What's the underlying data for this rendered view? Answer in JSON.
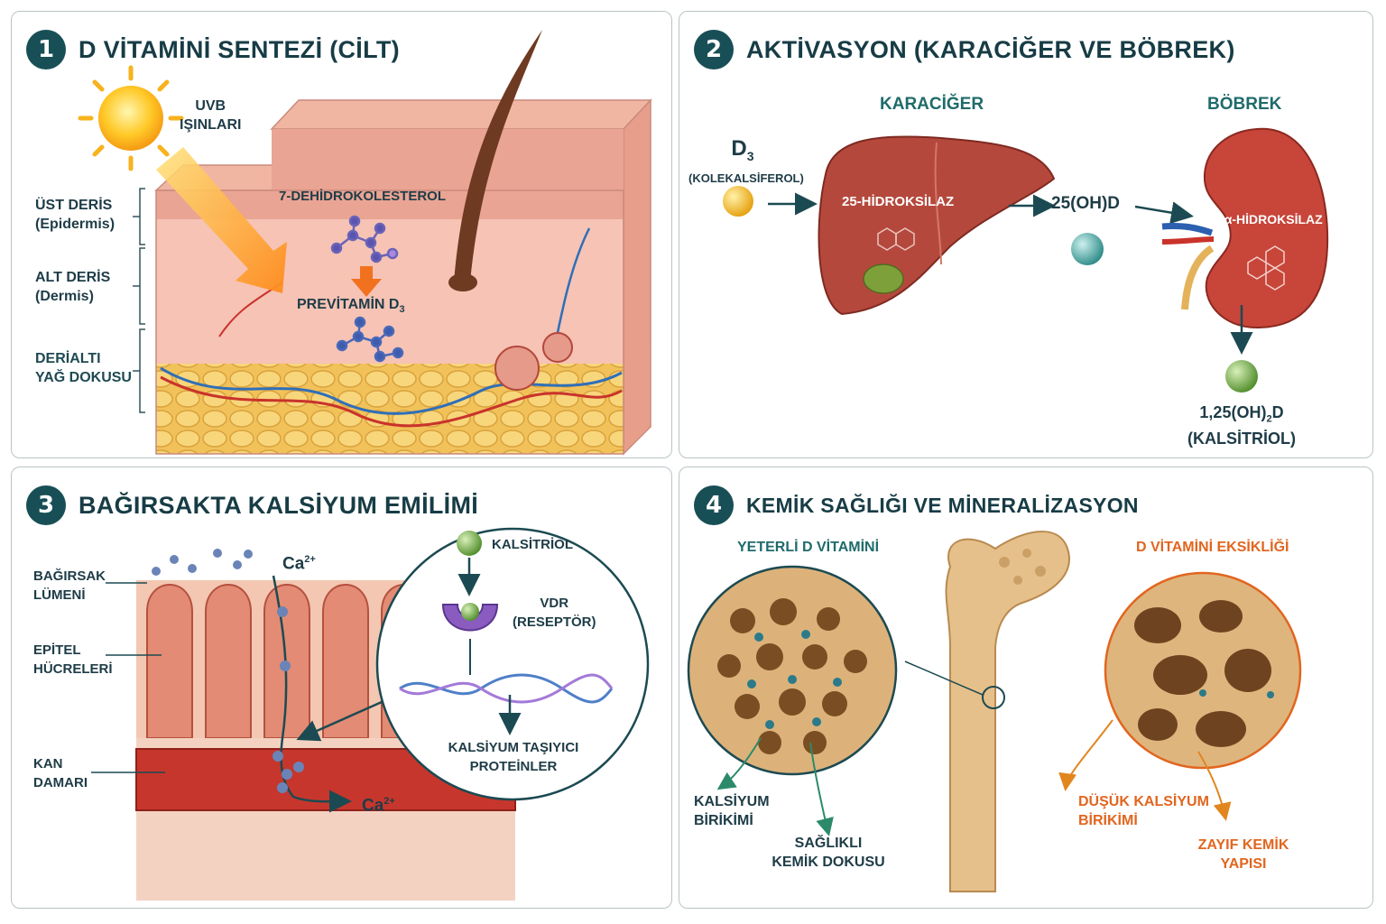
{
  "panels": {
    "p1": {
      "number": "1",
      "title": "D VİTAMİNİ SENTEZİ (CİLT)",
      "uvb_line1": "UVB",
      "uvb_line2": "IŞINLARI",
      "layer_epidermis_1": "ÜST DERİS",
      "layer_epidermis_2": "(Epidermis)",
      "layer_dermis_1": "ALT DERİS",
      "layer_dermis_2": "(Dermis)",
      "layer_fat_1": "DERİALTI",
      "layer_fat_2": "YAĞ DOKUSU",
      "molecule_top": "7-DEHİDROKOLESTEROL",
      "molecule_bottom": "PREVİTAMİN D",
      "molecule_bottom_sub": "3"
    },
    "p2": {
      "number": "2",
      "title": "AKTİVASYON (KARACİĞER VE BÖBREK)",
      "liver_label": "KARACİĞER",
      "kidney_label": "BÖBREK",
      "d3": "D",
      "d3_sub": "3",
      "d3_name": "(KOLEKALSİFEROL)",
      "enzyme_liver": "25-HİDROKSİLAZ",
      "intermediate": "25(OH)D",
      "enzyme_kidney": "1α-HİDROKSİLAZ",
      "final_a": "1,25(OH)",
      "final_sub": "2",
      "final_b": "D",
      "final_name": "(KALSİTRİOL)"
    },
    "p3": {
      "number": "3",
      "title": "BAĞIRSAKTA KALSİYUM EMİLİMİ",
      "lumen_1": "BAĞIRSAK",
      "lumen_2": "LÜMENİ",
      "epit_1": "EPİTEL",
      "epit_2": "HÜCRELERİ",
      "vessel_1": "KAN",
      "vessel_2": "DAMARI",
      "ca_top": "Ca",
      "ca_top_sup": "2+",
      "ca_bottom": "Ca",
      "ca_bottom_sup": "2+",
      "calcitriol": "KALSİTRİOL",
      "vdr_1": "VDR",
      "vdr_2": "(RESEPTÖR)",
      "protein_1": "KALSİYUM TAŞIYICI",
      "protein_2": "PROTEİNLER"
    },
    "p4": {
      "number": "4",
      "title": "KEMİK SAĞLIĞI VE MİNERALİZASYON",
      "sufficient": "YETERLİ D VİTAMİNİ",
      "deficient": "D VİTAMİNİ EKSİKLİĞİ",
      "ca_dep_1": "KALSİYUM",
      "ca_dep_2": "BİRİKİMİ",
      "healthy_1": "SAĞLIKLI",
      "healthy_2": "KEMİK DOKUSU",
      "low_ca_1": "DÜŞÜK KALSİYUM",
      "low_ca_2": "BİRİKİMİ",
      "weak_1": "ZAYIF KEMİK",
      "weak_2": "YAPISI"
    }
  },
  "colors": {
    "accent": "#184f56",
    "teal_text": "#1f6b6a",
    "orange_text": "#e1661f",
    "arrow": "#1c4a52"
  }
}
